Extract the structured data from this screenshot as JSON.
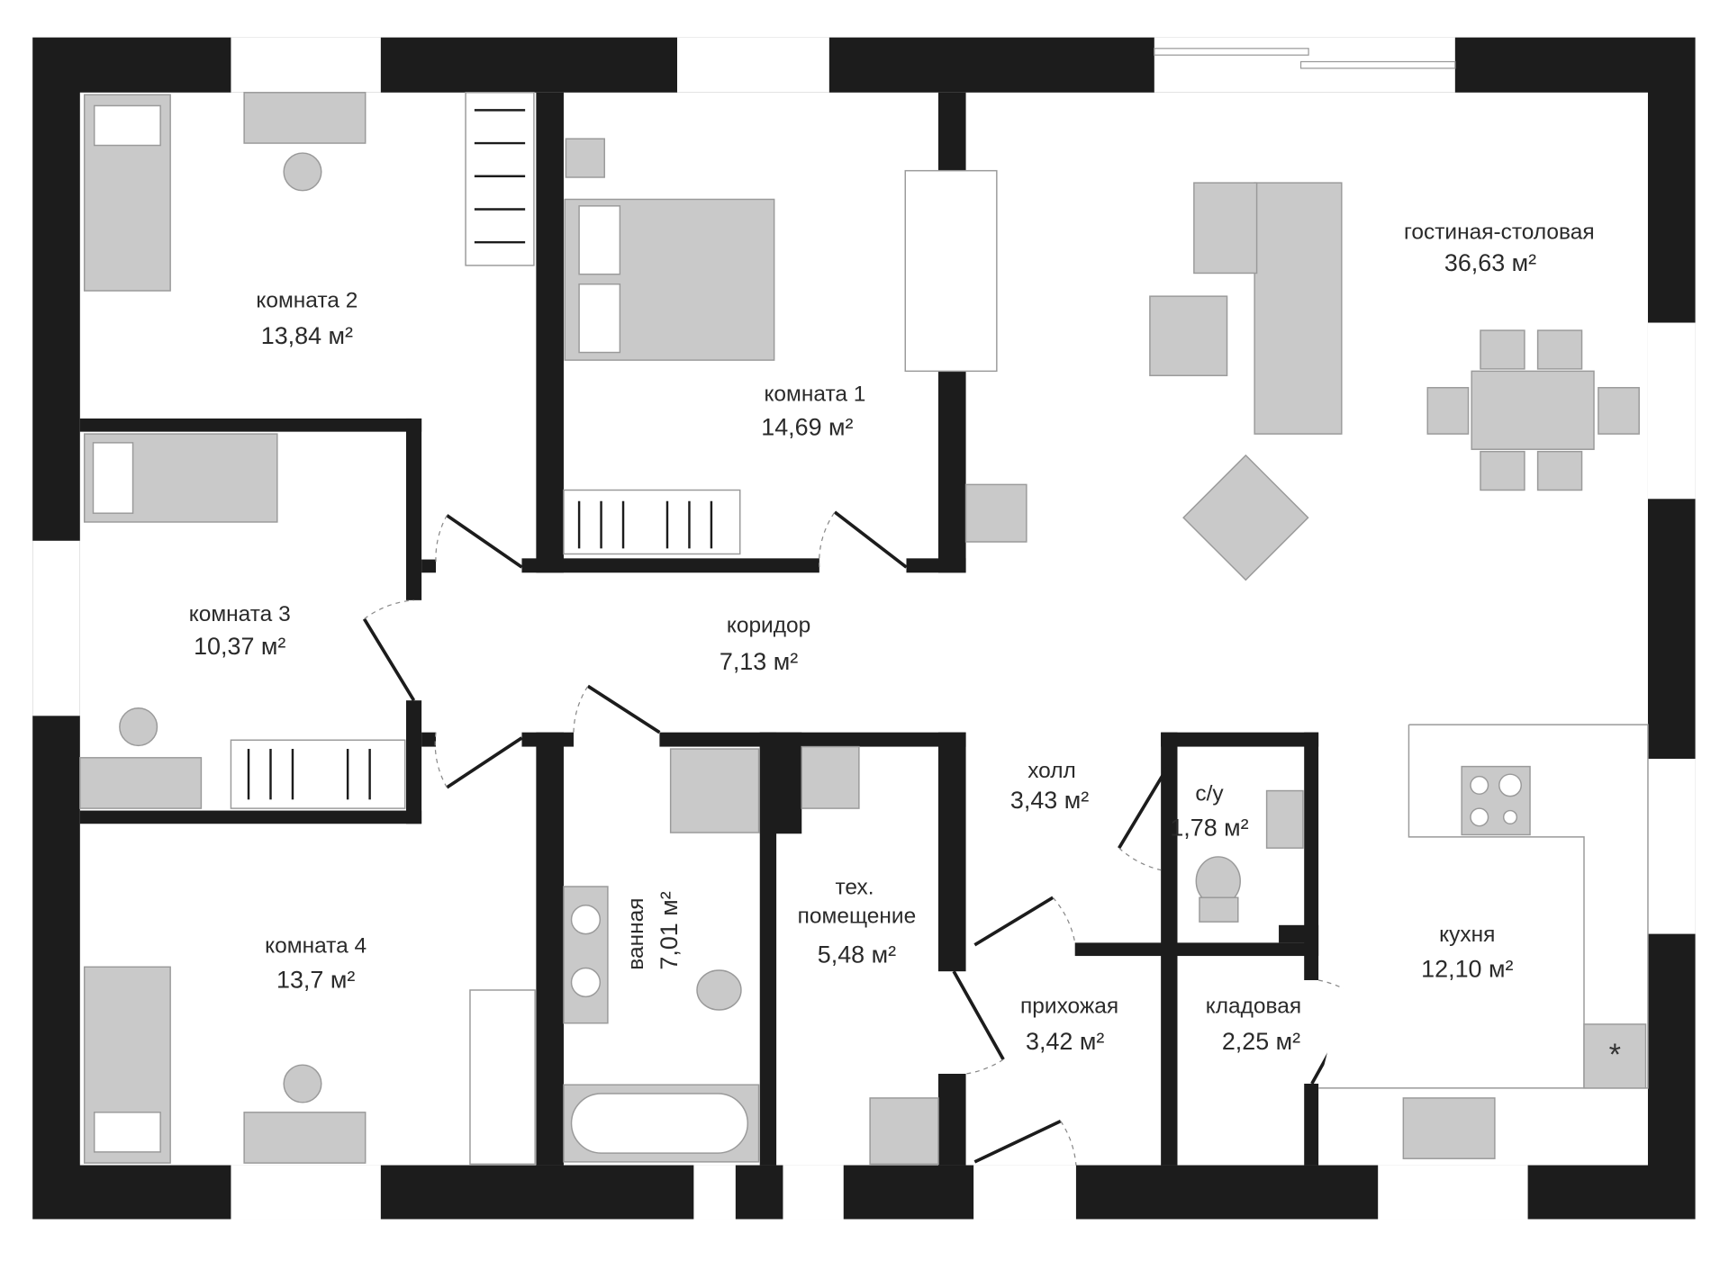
{
  "title": "План квартиры",
  "colors": {
    "wall": "#1c1c1c",
    "furniture": "#c9c9c9",
    "background": "#ffffff"
  },
  "unit": "м²",
  "rooms": [
    {
      "name": "комната 2",
      "area": "13,84 м²"
    },
    {
      "name": "комната 1",
      "area": "14,69 м²"
    },
    {
      "name": "гостиная-столовая",
      "area": "36,63 м²"
    },
    {
      "name": "комната 3",
      "area": "10,37 м²"
    },
    {
      "name": "коридор",
      "area": "7,13 м²"
    },
    {
      "name": "холл",
      "area": "3,43 м²"
    },
    {
      "name": "с/у",
      "area": "1,78 м²"
    },
    {
      "name": "комната 4",
      "area": "13,7 м²"
    },
    {
      "name": "ванная",
      "area": "7,01 м²"
    },
    {
      "name": "тех.",
      "name2": "помещение",
      "area": "5,48 м²"
    },
    {
      "name": "прихожая",
      "area": "3,42 м²"
    },
    {
      "name": "кладовая",
      "area": "2,25 м²"
    },
    {
      "name": "кухня",
      "area": "12,10 м²"
    }
  ]
}
